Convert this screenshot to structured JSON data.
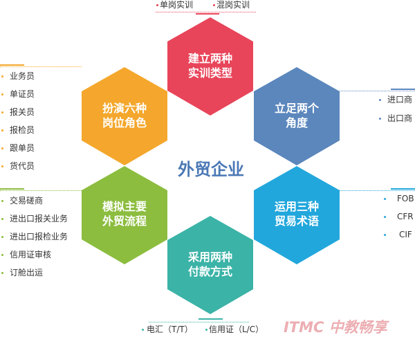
{
  "center_title": "外贸企业",
  "colors": {
    "red": "#e8455a",
    "blue": "#5b87bd",
    "cyan": "#22a7dc",
    "teal": "#3bb3a7",
    "green": "#8cbd3f",
    "orange": "#f4a72c"
  },
  "hexagons": [
    {
      "line1": "建立两种",
      "line2": "实训类型"
    },
    {
      "line1": "立足两个",
      "line2": "角度"
    },
    {
      "line1": "运用三种",
      "line2": "贸易术语"
    },
    {
      "line1": "采用两种",
      "line2": "付款方式"
    },
    {
      "line1": "模拟主要",
      "line2": "外贸流程"
    },
    {
      "line1": "扮演六种",
      "line2": "岗位角色"
    }
  ],
  "top_items": [
    "单岗实训",
    "混岗实训"
  ],
  "right_upper_items": [
    "进口商",
    "出口商"
  ],
  "right_lower_items": [
    "FOB",
    "CFR",
    "CIF"
  ],
  "bottom_items": [
    "电汇（T/T）",
    "信用证（L/C）"
  ],
  "left_upper_items": [
    "业务员",
    "单证员",
    "报关员",
    "报检员",
    "跟单员",
    "货代员"
  ],
  "left_lower_items": [
    "交易磋商",
    "进出口报关业务",
    "进出口报检业务",
    "信用证审核",
    "订舱出运"
  ],
  "logo": "ITMC 中教畅享"
}
